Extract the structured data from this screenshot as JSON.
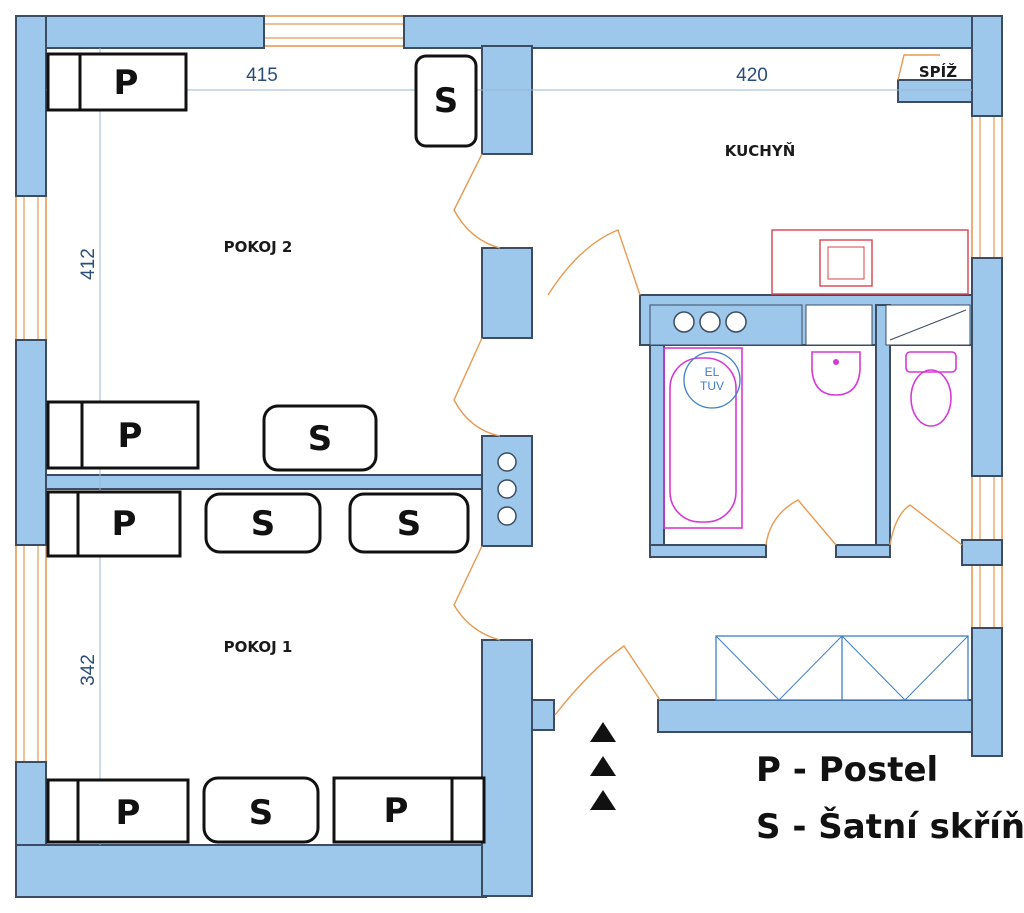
{
  "rooms": {
    "pokoj2": "POKOJ 2",
    "pokoj1": "POKOJ 1",
    "kuchyn": "KUCHYŇ",
    "spiz": "SPÍŽ"
  },
  "dimensions": {
    "top_left": "415",
    "top_right": "420",
    "side_upper": "412",
    "side_lower": "342"
  },
  "furniture": {
    "bed_symbol": "P",
    "wardrobe_symbol": "S"
  },
  "boiler_label": {
    "line1": "EL",
    "line2": "TUV"
  },
  "legend": {
    "bed": "P - Postel",
    "wardrobe": "S - Šatní skříň"
  },
  "colors": {
    "wall": "#9dc7eb",
    "window_frame": "#e89a52",
    "sanitary": "#d63ad6",
    "kitchen_counter": "#d9434f"
  }
}
